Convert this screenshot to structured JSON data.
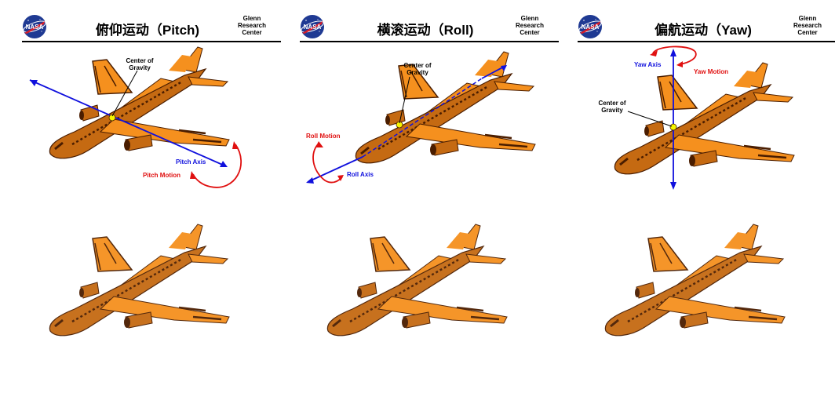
{
  "branding": {
    "logo_text": "NASA",
    "center_lines": [
      "Glenn",
      "Research",
      "Center"
    ]
  },
  "colors": {
    "fuselage": "#c56a12",
    "wing": "#f5901e",
    "dark": "#4a1d00",
    "axis": "#1010dd",
    "motion": "#e01010",
    "cg": "#f5f500"
  },
  "panels": [
    {
      "title": "俯仰运动（Pitch)",
      "axis_label": "Pitch  Axis",
      "motion_label": "Pitch  Motion",
      "cg_label_lines": [
        "Center of",
        "Gravity"
      ]
    },
    {
      "title": "横滚运动（Roll)",
      "axis_label": "Roll  Axis",
      "motion_label": "Roll  Motion",
      "cg_label_lines": [
        "Center of",
        "Gravity"
      ]
    },
    {
      "title": "偏航运动（Yaw)",
      "axis_label": "Yaw  Axis",
      "motion_label": "Yaw  Motion",
      "cg_label_lines": [
        "Center of",
        "Gravity"
      ]
    }
  ]
}
